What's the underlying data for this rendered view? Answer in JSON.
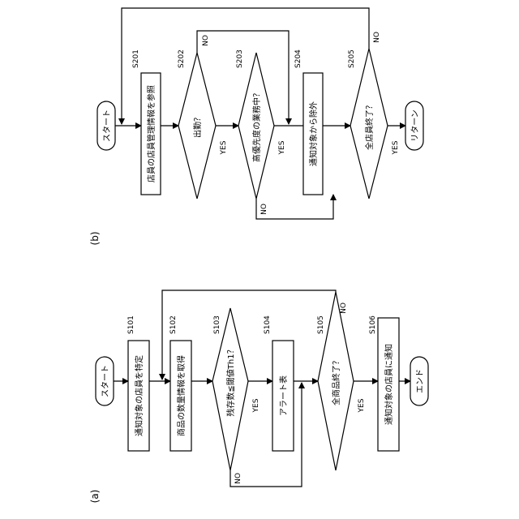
{
  "figure": {
    "panel_a": {
      "label": "(a)",
      "start": "スタート",
      "end": "エンド",
      "steps": [
        {
          "id": "S101",
          "text": "通知対象の店員を特定"
        },
        {
          "id": "S102",
          "text": "商品の数量情報を取得"
        },
        {
          "id": "S103",
          "text": "残存数≦閾値Th1？"
        },
        {
          "id": "S104",
          "text": "アラート表"
        },
        {
          "id": "S105",
          "text": "全商品終了？"
        },
        {
          "id": "S106",
          "text": "通知対象の店員に通知"
        }
      ],
      "yes": "YES",
      "no": "NO"
    },
    "panel_b": {
      "label": "(b)",
      "start": "スタート",
      "end": "リターン",
      "steps": [
        {
          "id": "S201",
          "text": "店員の店員管理情報を参照"
        },
        {
          "id": "S202",
          "text": "出勤？"
        },
        {
          "id": "S203",
          "text": "高優先度の業務中？"
        },
        {
          "id": "S204",
          "text": "通知対象から除外"
        },
        {
          "id": "S205",
          "text": "全店員終了？"
        }
      ],
      "yes": "YES",
      "no": "NO"
    }
  }
}
